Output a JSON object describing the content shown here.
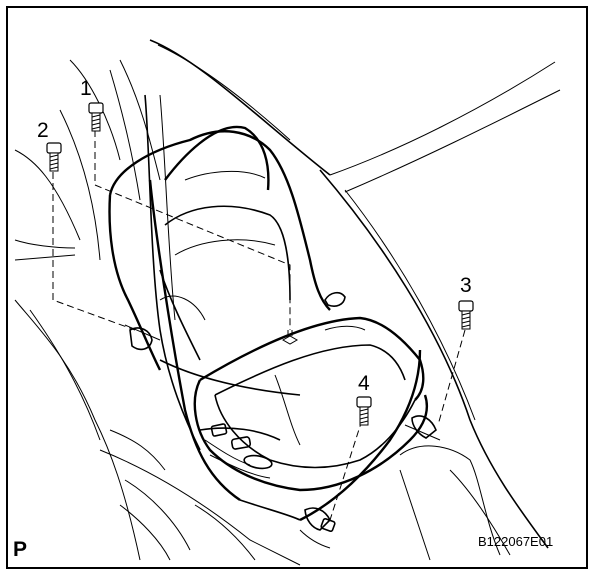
{
  "diagram": {
    "view_marker": "P",
    "figure_id": "B122067E01",
    "callouts": [
      {
        "label": "1",
        "part": "bolt"
      },
      {
        "label": "2",
        "part": "bolt"
      },
      {
        "label": "3",
        "part": "bolt"
      },
      {
        "label": "4",
        "part": "bolt"
      }
    ]
  }
}
